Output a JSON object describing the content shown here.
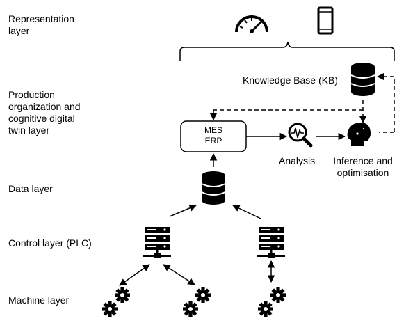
{
  "layers": {
    "representation": [
      "Representation",
      "layer"
    ],
    "production": [
      "Production",
      "organization and",
      "cognitive digital",
      "twin layer"
    ],
    "data": "Data layer",
    "control": "Control layer (PLC)",
    "machine": "Machine layer"
  },
  "nodes": {
    "kb_label": "Knowledge Base (KB)",
    "mes": "MES",
    "erp": "ERP",
    "analysis": "Analysis",
    "inference": [
      "Inference and",
      "optimisation"
    ]
  },
  "icons": {
    "representation": [
      "speedometer-icon",
      "smartphone-icon"
    ],
    "kb": "database-icon",
    "data": "database-icon",
    "analysis": "magnifier-waveform-icon",
    "inference": "head-gears-icon",
    "plc": [
      "server-icon",
      "server-icon"
    ],
    "machines": [
      "gears-icon",
      "gears-icon",
      "gears-icon"
    ]
  },
  "colors": {
    "stroke": "#000000",
    "background": "#ffffff"
  }
}
